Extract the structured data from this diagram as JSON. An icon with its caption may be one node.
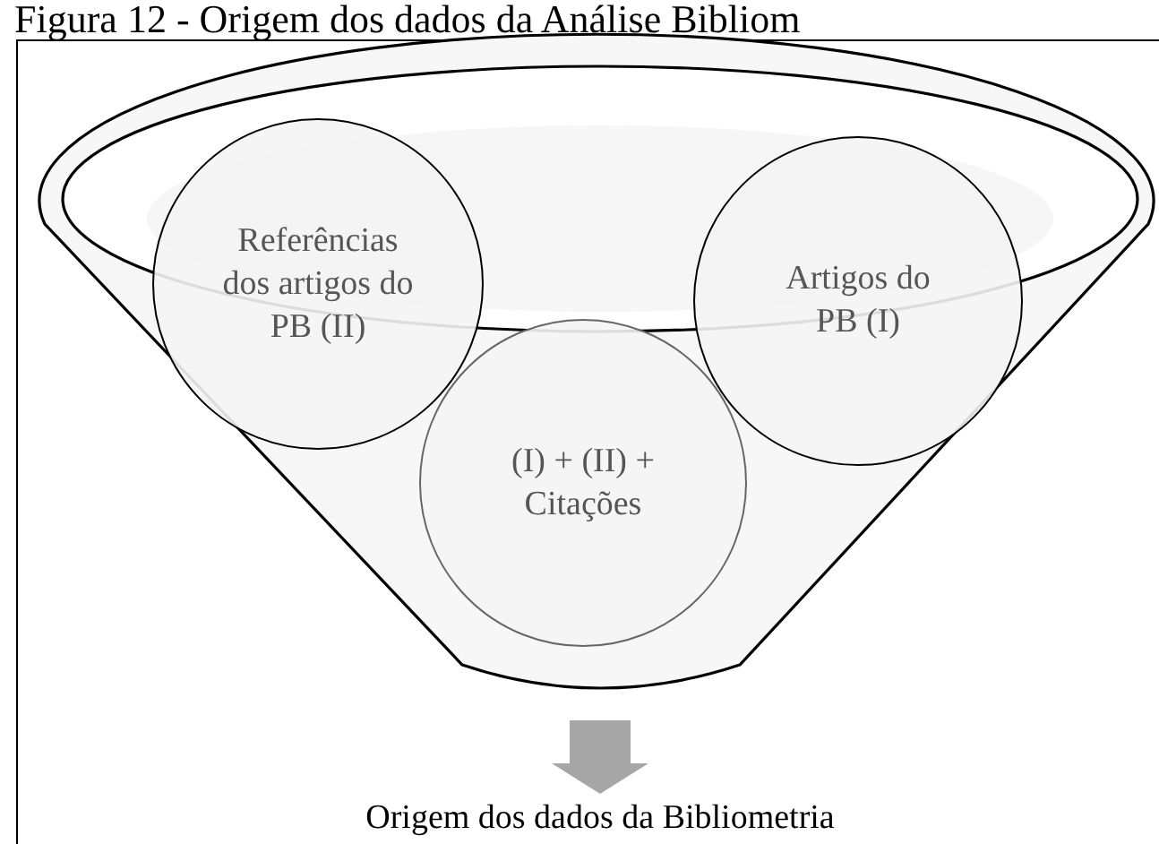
{
  "diagram": {
    "title": "Figura 12 - Origem dos dados da Análise Bibliom",
    "nodes": [
      {
        "text": [],
        "shape": "funnel"
      },
      {
        "text": [
          "Referências dos artigos do PB (II)"
        ],
        "in": 0
      },
      {
        "text": [
          "Artigos do PB (I)"
        ],
        "in": 0
      },
      {
        "text": [
          "(I) + (II) + Citações"
        ],
        "in": 0
      },
      {
        "text": [
          "Origem dos dados da Bibliometria"
        ]
      }
    ],
    "edges": [
      {
        "from": 0,
        "to": 4,
        "arrow": "to",
        "style": "thick",
        "color": "#a6a6a6"
      }
    ]
  }
}
